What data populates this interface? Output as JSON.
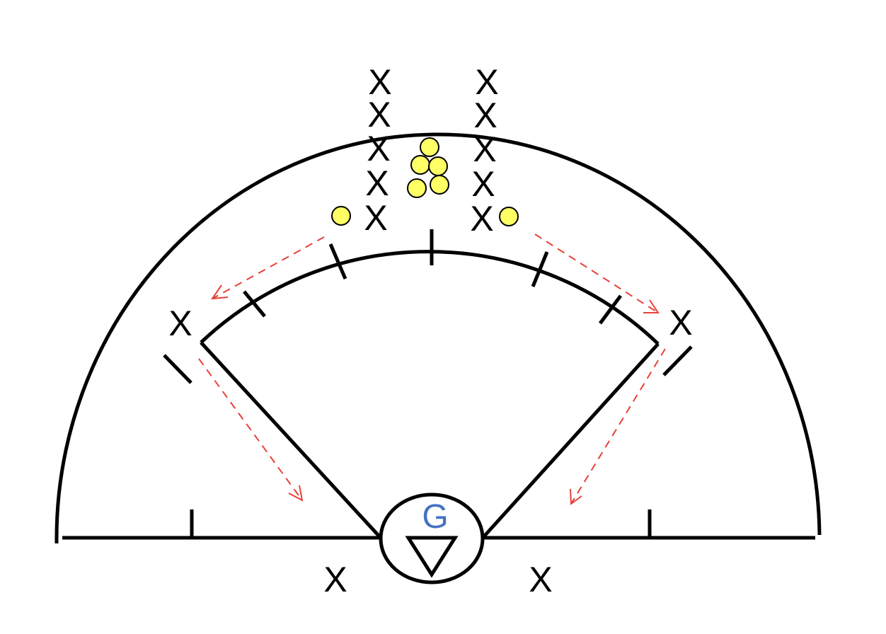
{
  "colors": {
    "lines": "#000000",
    "ball_fill": "#ffff66",
    "arrow": "#e8403a",
    "goalie_letter": "#4472c4"
  },
  "players": {
    "left_line": [
      "X",
      "X",
      "X",
      "X",
      "X"
    ],
    "right_line": [
      "X",
      "X",
      "X",
      "X",
      "X"
    ],
    "left_wing": "X",
    "right_wing": "X",
    "bottom_left": "X",
    "bottom_right": "X"
  },
  "goalie": {
    "label": "G"
  },
  "balls": {
    "count": 7
  }
}
